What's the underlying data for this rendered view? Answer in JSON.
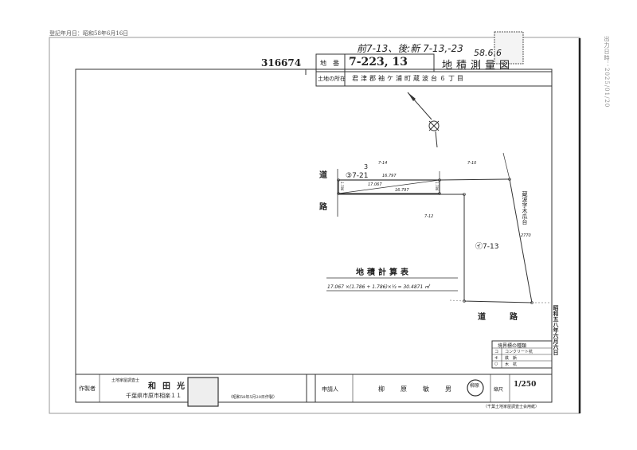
{
  "registration_date": "登記年月日：昭和58年6月16日",
  "output_datetime": "出力日時：2025/01/20",
  "document_number": "316674",
  "handwritten_note": "前7-13、後:新 7-13,-23",
  "handwritten_date": "58.6.6",
  "title": "地積測量図",
  "lot": {
    "label": "地　番",
    "value": "7-223, 13"
  },
  "location": {
    "label": "土地の所在",
    "value": "君津郡袖ケ浦町蔵波台６丁目"
  },
  "map": {
    "road_label_left": [
      "道",
      "路"
    ],
    "road_label_bottom": [
      "道",
      "路"
    ],
    "parcel_small": "③7-21",
    "parcel_small_superscript": "3",
    "parcel_large": "㋑7-13",
    "neighbor_labels": [
      "7-14",
      "7-10",
      "7-12"
    ],
    "adjacent_area": "蔵波字木瓜台",
    "adjacent_area_lot": "2770",
    "dimensions": [
      "16.797",
      "17.067",
      "16.797",
      "1.786",
      "1.786"
    ]
  },
  "calculation": {
    "title": "地積計算表",
    "formula": "17.067 ×(1.786 + 1.786)×½ = 30.4871 ㎡"
  },
  "boundary_markers": {
    "title": "境界標の種類",
    "rows": [
      [
        "コ",
        "コンクリート杭"
      ],
      [
        "キ",
        "鉄　鋲"
      ],
      [
        "○",
        "木　杭"
      ]
    ]
  },
  "right_stamp": "昭和五八年六月六日",
  "preparer": {
    "label": "作製者",
    "qualification": "土地家屋調査士",
    "name": "和田光",
    "address": "千葉県市原市相楽１１",
    "date": "（昭和58年5月20日作製）"
  },
  "applicant": {
    "label": "申請人",
    "name": "柳　原　敏　男",
    "seal": "柳原"
  },
  "scale": {
    "label": "縮尺",
    "value": "1/250"
  },
  "footer": "（千葉土地家屋調査士会用紙）"
}
